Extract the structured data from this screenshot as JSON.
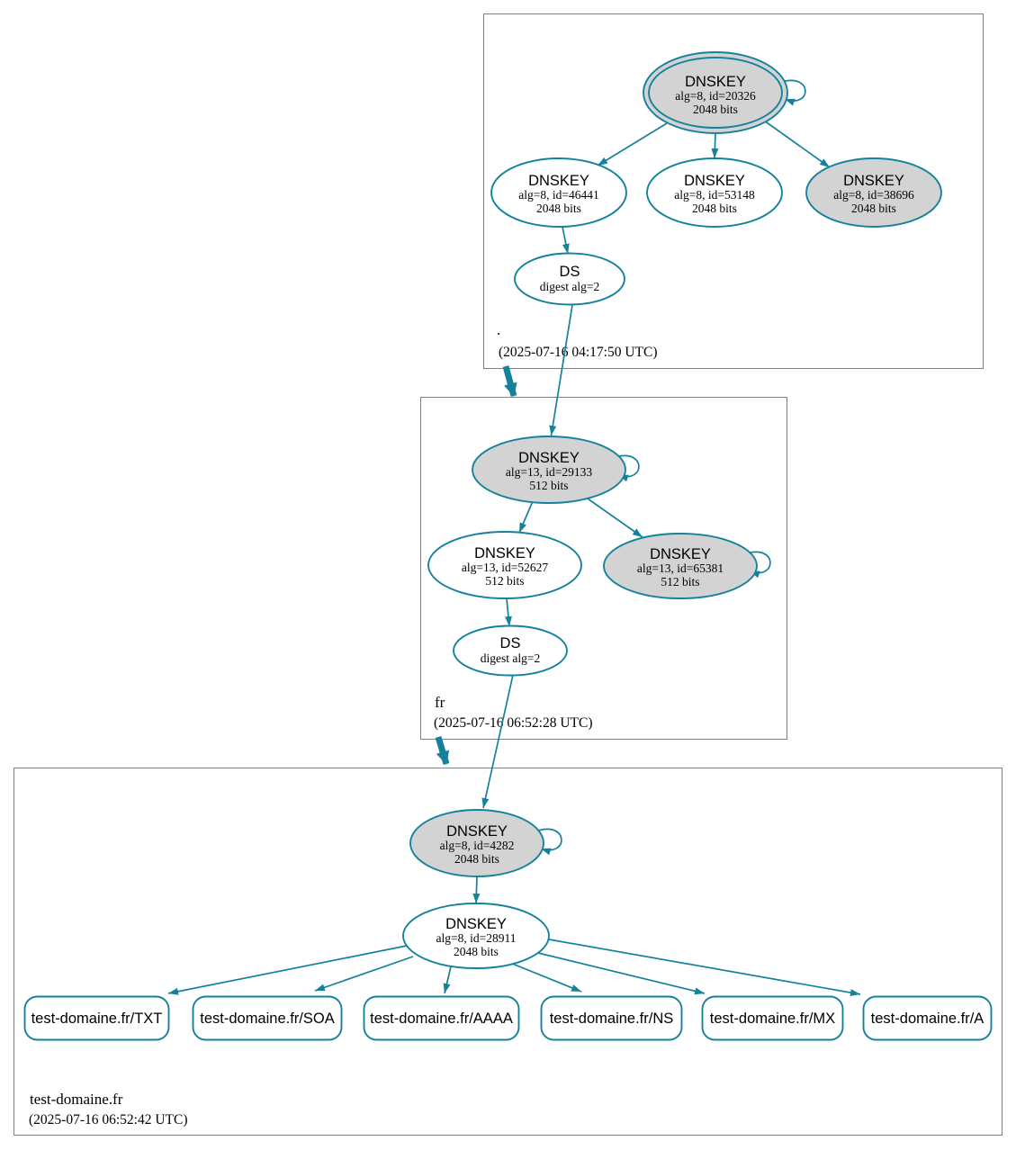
{
  "diagram_type": "dnssec-authentication-chain-graph",
  "colors": {
    "edge": "#15829c",
    "ksk_fill": "#d3d3d3",
    "node_fill": "#ffffff",
    "zone_border": "#808080",
    "text": "#000000"
  },
  "zones": {
    "root": {
      "name": ".",
      "timestamp": "(2025-07-16 04:17:50 UTC)",
      "nodes": {
        "ksk20326": {
          "title": "DNSKEY",
          "detail": "alg=8, id=20326",
          "bits": "2048 bits"
        },
        "zsk46441": {
          "title": "DNSKEY",
          "detail": "alg=8, id=46441",
          "bits": "2048 bits"
        },
        "zsk53148": {
          "title": "DNSKEY",
          "detail": "alg=8, id=53148",
          "bits": "2048 bits"
        },
        "ksk38696": {
          "title": "DNSKEY",
          "detail": "alg=8, id=38696",
          "bits": "2048 bits"
        },
        "ds": {
          "title": "DS",
          "detail": "digest alg=2"
        }
      }
    },
    "fr": {
      "name": "fr",
      "timestamp": "(2025-07-16 06:52:28 UTC)",
      "nodes": {
        "ksk29133": {
          "title": "DNSKEY",
          "detail": "alg=13, id=29133",
          "bits": "512 bits"
        },
        "zsk52627": {
          "title": "DNSKEY",
          "detail": "alg=13, id=52627",
          "bits": "512 bits"
        },
        "ksk65381": {
          "title": "DNSKEY",
          "detail": "alg=13, id=65381",
          "bits": "512 bits"
        },
        "ds": {
          "title": "DS",
          "detail": "digest alg=2"
        }
      }
    },
    "testdomaine": {
      "name": "test-domaine.fr",
      "timestamp": "(2025-07-16 06:52:42 UTC)",
      "nodes": {
        "ksk4282": {
          "title": "DNSKEY",
          "detail": "alg=8, id=4282",
          "bits": "2048 bits"
        },
        "zsk28911": {
          "title": "DNSKEY",
          "detail": "alg=8, id=28911",
          "bits": "2048 bits"
        }
      },
      "rrsets": {
        "txt": "test-domaine.fr/TXT",
        "soa": "test-domaine.fr/SOA",
        "aaaa": "test-domaine.fr/AAAA",
        "ns": "test-domaine.fr/NS",
        "mx": "test-domaine.fr/MX",
        "a": "test-domaine.fr/A"
      }
    }
  }
}
